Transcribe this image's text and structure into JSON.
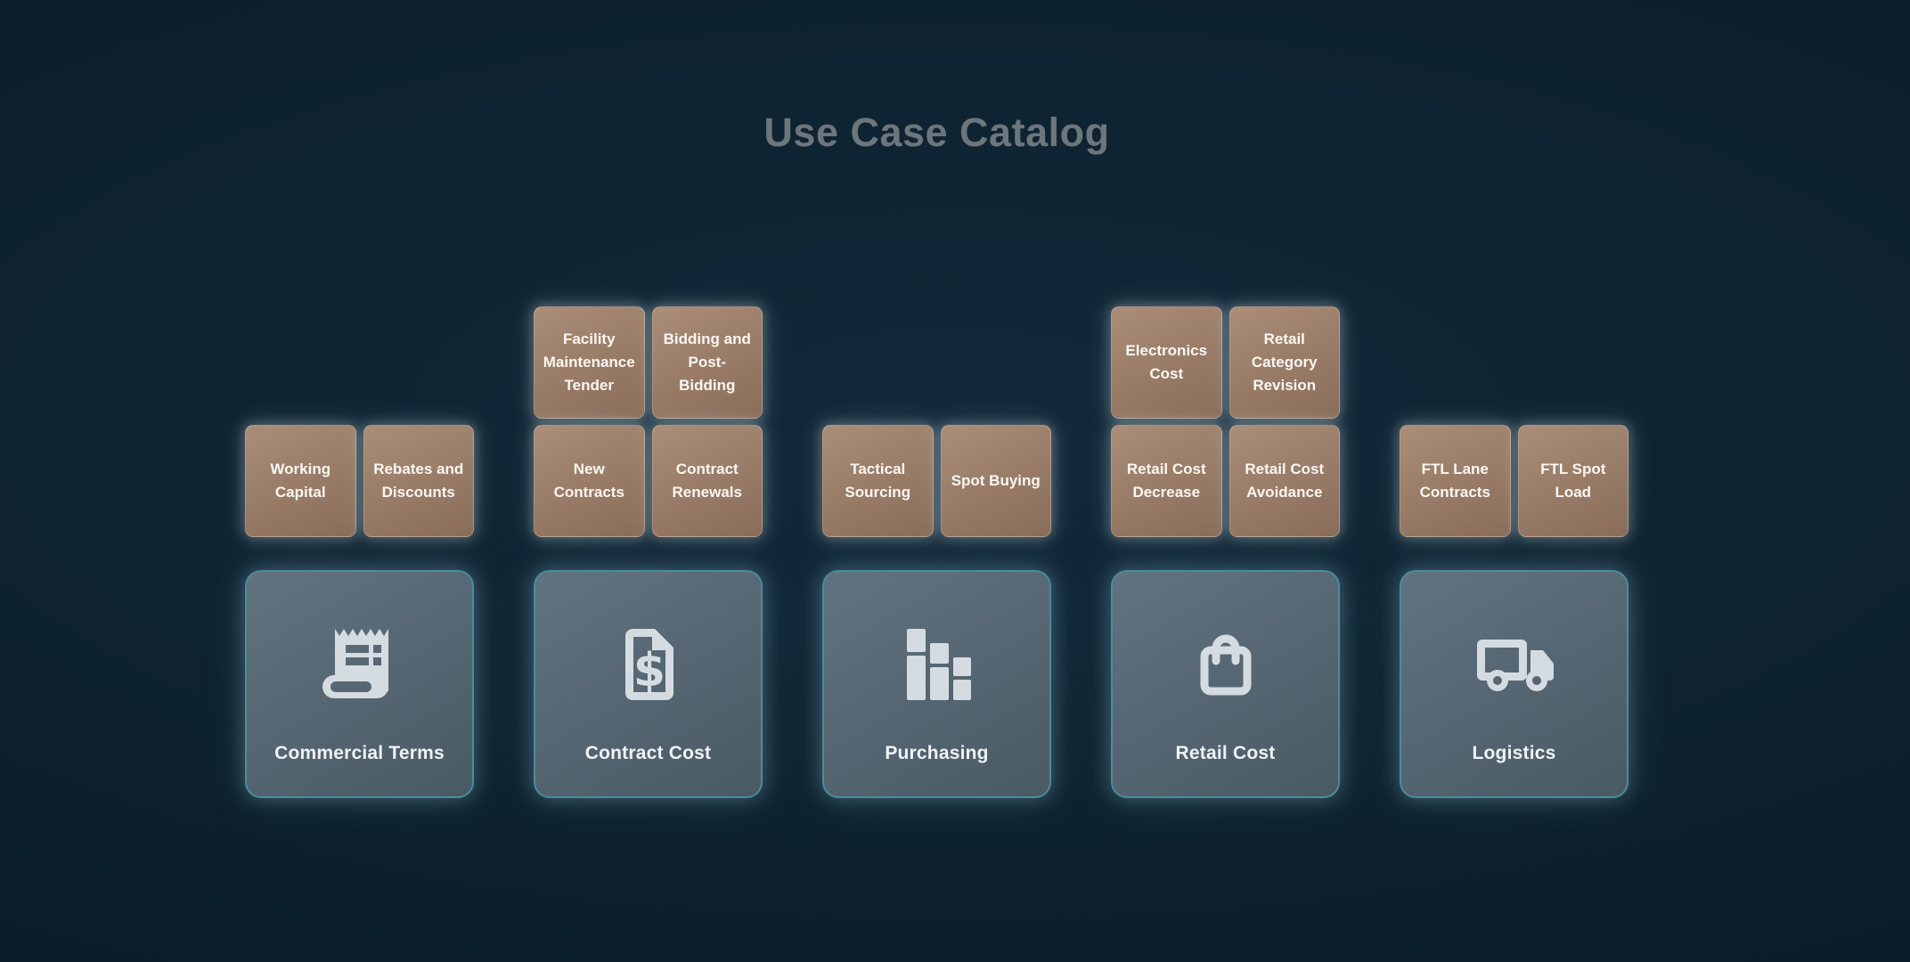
{
  "page": {
    "title": "Use Case Catalog"
  },
  "colors": {
    "background_center": "#11293a",
    "background_edge": "#071420",
    "title_text": "#6c767b",
    "tile_gradient_top": "#aa8e79",
    "tile_gradient_bottom": "#8a6d59",
    "tile_text": "#fbf7f2",
    "card_gradient_top": "#60737f",
    "card_gradient_bottom": "#4a5a64",
    "card_border": "#4a8c9c",
    "card_text": "#eef3f6",
    "icon_color": "#d5dce1"
  },
  "groups": [
    {
      "id": "commercial-terms",
      "label": "Commercial Terms",
      "icon": "receipt-icon",
      "use_cases": [
        "Working Capital",
        "Rebates and Discounts"
      ]
    },
    {
      "id": "contract-cost",
      "label": "Contract Cost",
      "icon": "document-dollar-icon",
      "use_cases": [
        "Facility Maintenance Tender",
        "Bidding and Post-Bidding",
        "New Contracts",
        "Contract Renewals"
      ]
    },
    {
      "id": "purchasing",
      "label": "Purchasing",
      "icon": "bar-chart-icon",
      "use_cases": [
        "Tactical Sourcing",
        "Spot Buying"
      ]
    },
    {
      "id": "retail-cost",
      "label": "Retail Cost",
      "icon": "shopping-bag-icon",
      "use_cases": [
        "Electronics Cost",
        "Retail Category Revision",
        "Retail Cost Decrease",
        "Retail Cost Avoidance"
      ]
    },
    {
      "id": "logistics",
      "label": "Logistics",
      "icon": "truck-icon",
      "use_cases": [
        "FTL Lane Contracts",
        "FTL Spot Load"
      ]
    }
  ]
}
